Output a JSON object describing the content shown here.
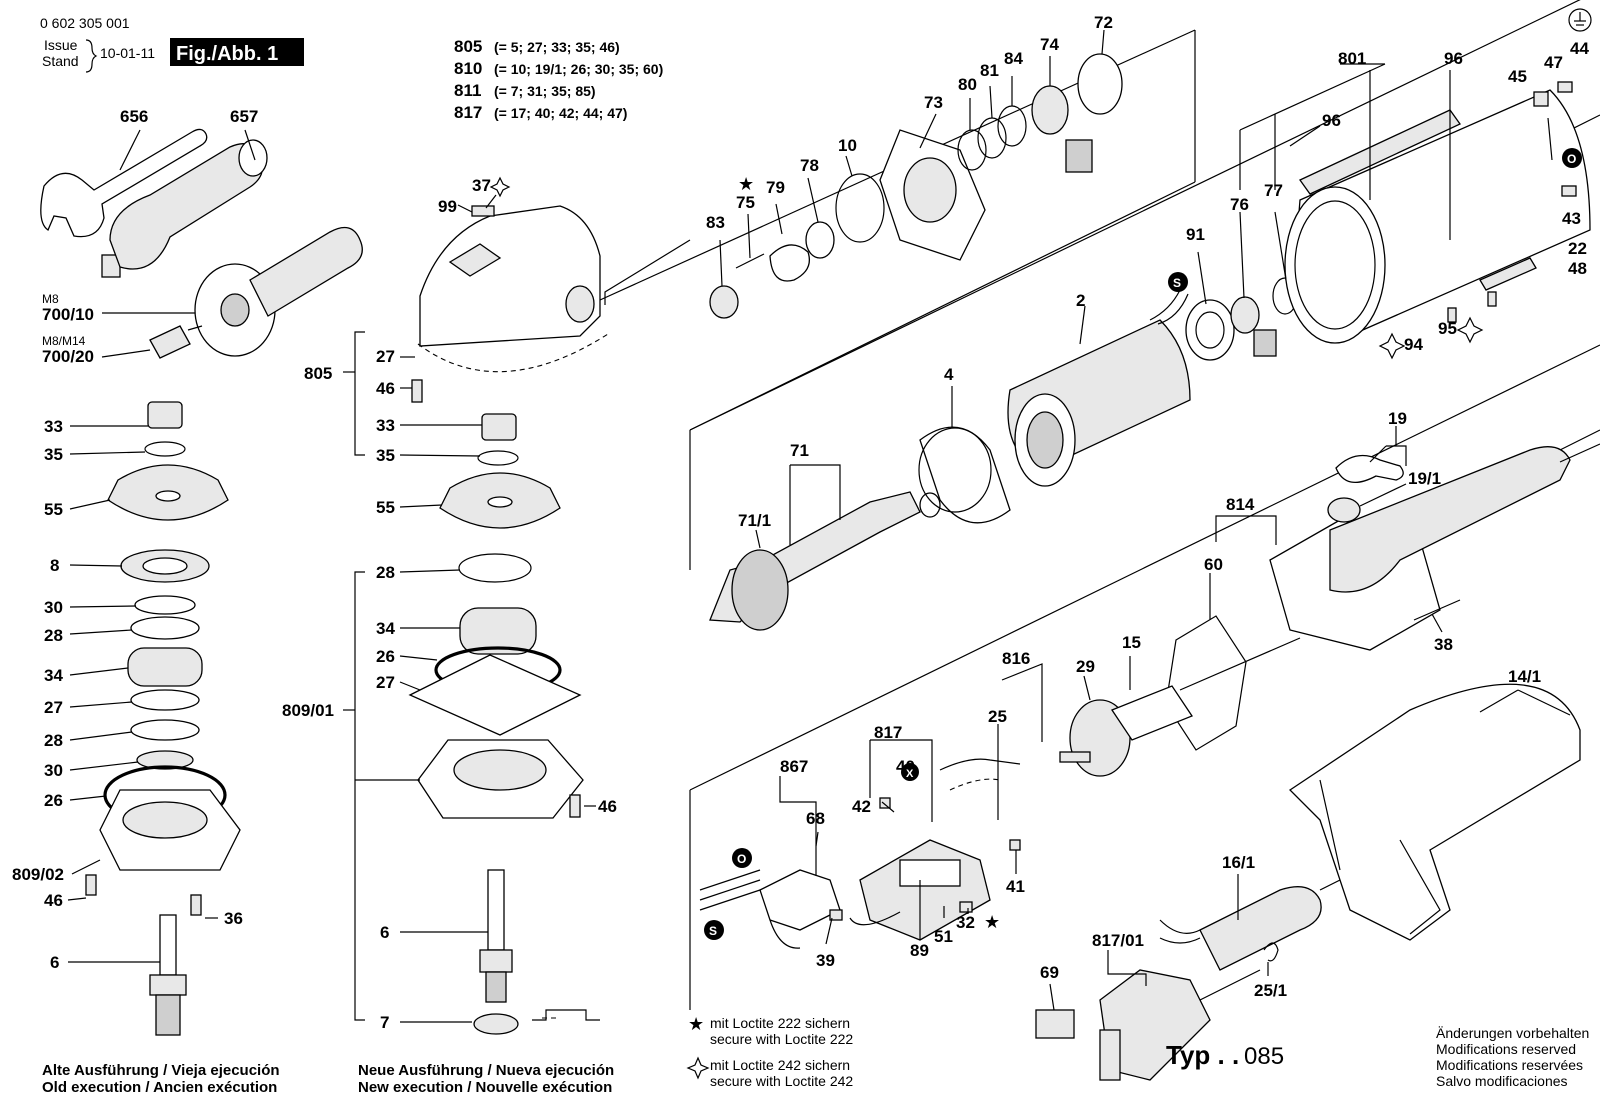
{
  "header": {
    "doc_number": "0 602 305 001",
    "issue_label": "Issue",
    "stand_label": "Stand",
    "issue_date": "10-01-11",
    "figure_label": "Fig./Abb. 1"
  },
  "kits": [
    {
      "id": "805",
      "parts": "(= 5; 27; 33; 35; 46)"
    },
    {
      "id": "810",
      "parts": "(= 10; 19/1; 26; 30; 35; 60)"
    },
    {
      "id": "811",
      "parts": "(= 7; 31; 35; 85)"
    },
    {
      "id": "817",
      "parts": "(= 17; 40; 42; 44; 47)"
    }
  ],
  "labels": {
    "p656": "656",
    "p657": "657",
    "m8": "M8",
    "p700_10": "700/10",
    "m8m14": "M8/M14",
    "p700_20": "700/20",
    "l33": "33",
    "l35": "35",
    "l55": "55",
    "l8": "8",
    "l30a": "30",
    "l28a": "28",
    "l34": "34",
    "l27": "27",
    "l28b": "28",
    "l30b": "30",
    "l26": "26",
    "l809_02": "809/02",
    "l46": "46",
    "l36": "36",
    "l6": "6",
    "c37": "37",
    "c99": "99",
    "c805": "805",
    "c27a": "27",
    "c46a": "46",
    "c33": "33",
    "c35": "35",
    "c55": "55",
    "c28": "28",
    "c34": "34",
    "c26": "26",
    "c27b": "27",
    "c809_01": "809/01",
    "c46b": "46",
    "c6": "6",
    "c7": "7",
    "t83": "83",
    "t75": "75",
    "t79": "79",
    "t78": "78",
    "t10": "10",
    "t73": "73",
    "t80": "80",
    "t81": "81",
    "t84": "84",
    "t74": "74",
    "t72": "72",
    "r801": "801",
    "r96a": "96",
    "r96b": "96",
    "r76": "76",
    "r77": "77",
    "r91": "91",
    "r2": "2",
    "r4": "4",
    "r71": "71",
    "r71_1": "71/1",
    "r45": "45",
    "r47": "47",
    "r44": "44",
    "r43": "43",
    "r22": "22",
    "r48": "48",
    "r94": "94",
    "r95": "95",
    "h19": "19",
    "h19_1": "19/1",
    "h814": "814",
    "h60": "60",
    "h38": "38",
    "h816": "816",
    "h29": "29",
    "h15": "15",
    "h25": "25",
    "h14_1": "14/1",
    "b867": "867",
    "b68": "68",
    "b817": "817",
    "b40": "40",
    "b42": "42",
    "b41": "41",
    "b32": "32",
    "b89": "89",
    "b51": "51",
    "b39": "39",
    "b16_1": "16/1",
    "b817_01": "817/01",
    "b25_1": "25/1",
    "b69": "69",
    "sym_s": "S",
    "sym_o": "O",
    "sym_x": "X"
  },
  "captions": {
    "old_line1": "Alte Ausführung / Vieja ejecución",
    "old_line2": "Old execution / Ancien exécution",
    "new_line1": "Neue Ausführung / Nueva ejecución",
    "new_line2": "New execution / Nouvelle exécution"
  },
  "legend": {
    "loctite222_line1": "mit Loctite 222 sichern",
    "loctite222_line2": "secure with Loctite 222",
    "loctite242_line1": "mit Loctite 242 sichern",
    "loctite242_line2": "secure with Loctite 242"
  },
  "type_label": "Typ . .",
  "type_number": "085",
  "notes": [
    "Änderungen vorbehalten",
    "Modifications reserved",
    "Modifications reservées",
    "Salvo modificaciones"
  ]
}
